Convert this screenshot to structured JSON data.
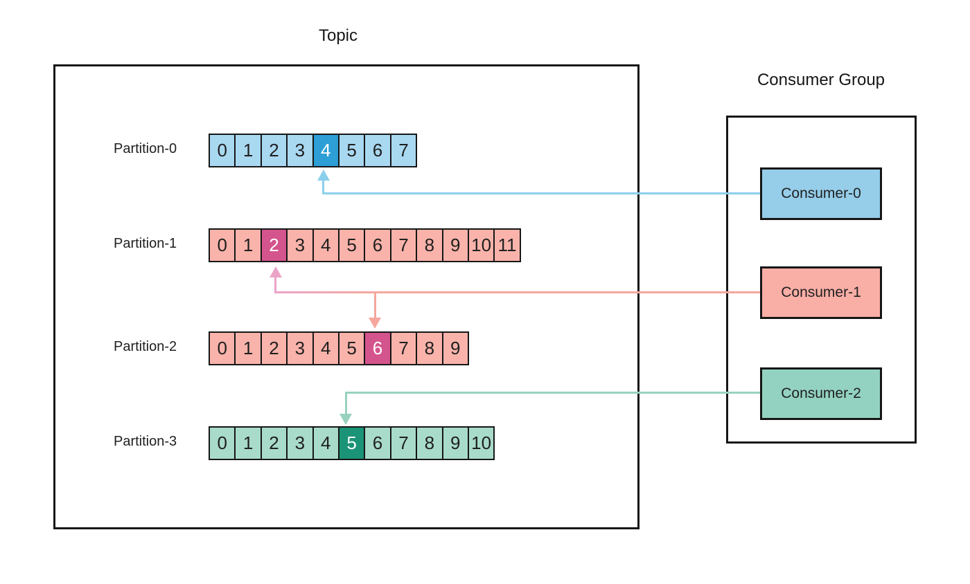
{
  "topic": {
    "title": "Topic",
    "partitions": [
      {
        "label": "Partition-0",
        "theme": "blue",
        "cells": [
          "0",
          "1",
          "2",
          "3",
          "4",
          "5",
          "6",
          "7"
        ],
        "highlighted_cell": "4"
      },
      {
        "label": "Partition-1",
        "theme": "pink",
        "cells": [
          "0",
          "1",
          "2",
          "3",
          "4",
          "5",
          "6",
          "7",
          "8",
          "9",
          "10",
          "11"
        ],
        "highlighted_cell": "2"
      },
      {
        "label": "Partition-2",
        "theme": "pink",
        "cells": [
          "0",
          "1",
          "2",
          "3",
          "4",
          "5",
          "6",
          "7",
          "8",
          "9"
        ],
        "highlighted_cell": "6"
      },
      {
        "label": "Partition-3",
        "theme": "green",
        "cells": [
          "0",
          "1",
          "2",
          "3",
          "4",
          "5",
          "6",
          "7",
          "8",
          "9",
          "10"
        ],
        "highlighted_cell": "5"
      }
    ]
  },
  "consumer_group": {
    "title": "Consumer Group",
    "consumers": [
      {
        "label": "Consumer-0",
        "theme": "blue"
      },
      {
        "label": "Consumer-1",
        "theme": "pink"
      },
      {
        "label": "Consumer-2",
        "theme": "green"
      }
    ]
  },
  "assignments": [
    {
      "consumer": "Consumer-0",
      "partition": "Partition-0",
      "highlighted_cell": "4",
      "theme": "blue"
    },
    {
      "consumer": "Consumer-1",
      "partition": "Partition-1",
      "highlighted_cell": "2",
      "theme": "pink"
    },
    {
      "consumer": "Consumer-1",
      "partition": "Partition-2",
      "highlighted_cell": "6",
      "theme": "pink"
    },
    {
      "consumer": "Consumer-2",
      "partition": "Partition-3",
      "highlighted_cell": "5",
      "theme": "green"
    }
  ],
  "colors": {
    "background": "#ffffff",
    "box_border": "#161616",
    "cell_text": "#1f1f1f",
    "highlight_text": "#ffffff",
    "blue_cell": "#a9d8f1",
    "blue_highlight": "#2d9fd6",
    "blue_consumer": "#96cde9",
    "blue_arrow": "#8ccfec",
    "pink_cell": "#f9b3aa",
    "pink_highlight": "#d4548d",
    "pink_consumer": "#f9aea6",
    "pink_arrow": "#f5a79d",
    "pink_arrow_light": "#eba4c8",
    "green_cell": "#a8dbca",
    "green_highlight": "#1b9377",
    "green_consumer": "#93d2c0",
    "green_arrow": "#98d2bf"
  }
}
